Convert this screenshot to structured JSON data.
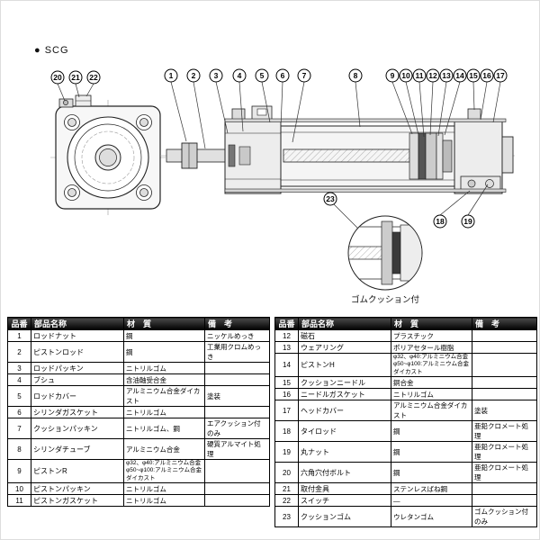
{
  "series_label": "● SCG",
  "callouts": [
    "1",
    "2",
    "3",
    "4",
    "5",
    "6",
    "7",
    "8",
    "9",
    "10",
    "11",
    "12",
    "13",
    "14",
    "15",
    "16",
    "17",
    "18",
    "19",
    "20",
    "21",
    "22",
    "23"
  ],
  "drawing": {
    "detail_label": "ゴムクッション付"
  },
  "table": {
    "headers": {
      "no": "品番",
      "name": "部品名称",
      "material": "材　質",
      "remarks": "備　考"
    },
    "left_rows": [
      {
        "no": "1",
        "name": "ロッドナット",
        "material": "鋼",
        "remarks": "ニッケルめっき"
      },
      {
        "no": "2",
        "name": "ピストンロッド",
        "material": "鋼",
        "remarks": "工業用クロムめっき"
      },
      {
        "no": "3",
        "name": "ロッドパッキン",
        "material": "ニトリルゴム",
        "remarks": ""
      },
      {
        "no": "4",
        "name": "ブシュ",
        "material": "含油軸受合金",
        "remarks": ""
      },
      {
        "no": "5",
        "name": "ロッドカバー",
        "material": "アルミニウム合金ダイカスト",
        "remarks": "塗装"
      },
      {
        "no": "6",
        "name": "シリンダガスケット",
        "material": "ニトリルゴム",
        "remarks": ""
      },
      {
        "no": "7",
        "name": "クッションパッキン",
        "material": "ニトリルゴム、鋼",
        "remarks": "エアクッション付のみ"
      },
      {
        "no": "8",
        "name": "シリンダチューブ",
        "material": "アルミニウム合金",
        "remarks": "硬質アルマイト処理"
      },
      {
        "no": "9",
        "name": "ピストンR",
        "material": "φ32、φ40:アルミニウム合金\nφ50~φ100:アルミニウム合金ダイカスト",
        "remarks": ""
      },
      {
        "no": "10",
        "name": "ピストンパッキン",
        "material": "ニトリルゴム",
        "remarks": ""
      },
      {
        "no": "11",
        "name": "ピストンガスケット",
        "material": "ニトリルゴム",
        "remarks": ""
      }
    ],
    "right_rows": [
      {
        "no": "12",
        "name": "磁石",
        "material": "プラスチック",
        "remarks": ""
      },
      {
        "no": "13",
        "name": "ウェアリング",
        "material": "ポリアセタール樹脂",
        "remarks": ""
      },
      {
        "no": "14",
        "name": "ピストンH",
        "material": "φ32、φ40:アルミニウム合金\nφ50~φ100:アルミニウム合金ダイカスト",
        "remarks": ""
      },
      {
        "no": "15",
        "name": "クッションニードル",
        "material": "銅合金",
        "remarks": ""
      },
      {
        "no": "16",
        "name": "ニードルガスケット",
        "material": "ニトリルゴム",
        "remarks": ""
      },
      {
        "no": "17",
        "name": "ヘッドカバー",
        "material": "アルミニウム合金ダイカスト",
        "remarks": "塗装"
      },
      {
        "no": "18",
        "name": "タイロッド",
        "material": "鋼",
        "remarks": "亜鉛クロメート処理"
      },
      {
        "no": "19",
        "name": "丸ナット",
        "material": "鋼",
        "remarks": "亜鉛クロメート処理"
      },
      {
        "no": "20",
        "name": "六角穴付ボルト",
        "material": "鋼",
        "remarks": "亜鉛クロメート処理"
      },
      {
        "no": "21",
        "name": "取付金具",
        "material": "ステンレスばね鋼",
        "remarks": ""
      },
      {
        "no": "22",
        "name": "スイッチ",
        "material": "―",
        "remarks": ""
      },
      {
        "no": "23",
        "name": "クッションゴム",
        "material": "ウレタンゴム",
        "remarks": "ゴムクッション付のみ"
      }
    ]
  }
}
